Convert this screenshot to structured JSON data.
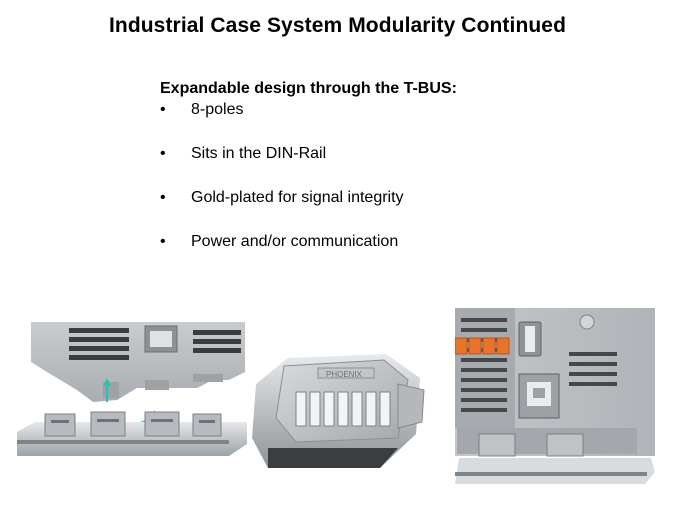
{
  "slide": {
    "title": "Industrial Case System Modularity Continued",
    "heading": "Expandable design through the T-BUS:",
    "bullet_glyph": "•",
    "bullets": [
      "8-poles",
      "Sits in the DIN-Rail",
      "Gold-plated for signal integrity",
      "Power and/or communication"
    ]
  },
  "images": {
    "connector_label": "PHOENIX"
  }
}
